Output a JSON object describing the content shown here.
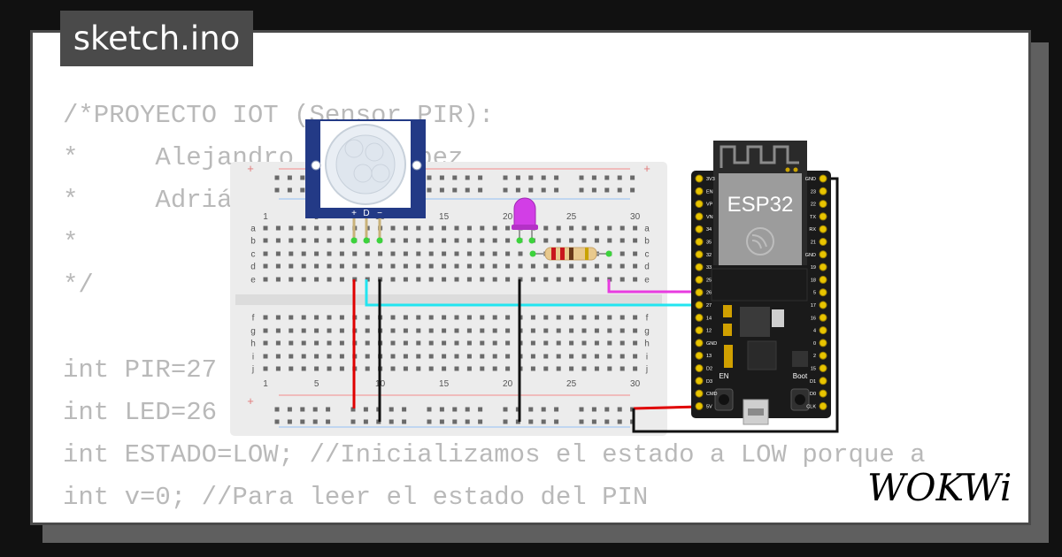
{
  "title": "sketch.ino",
  "code_lines": [
    "/*PROYECTO IOT (Sensor PIR):",
    "*     Alejandro Luna López",
    "*     Adrián",
    "*",
    "*/",
    "",
    "int PIR=27",
    "int LED=26",
    "int ESTADO=LOW; //Inicializamos el estado a LOW porque a",
    "int v=0; //Para leer el estado del PIN"
  ],
  "breadboard": {
    "column_numbers": [
      "1",
      "5",
      "10",
      "15",
      "20",
      "25",
      "30"
    ],
    "row_letters_top": [
      "a",
      "b",
      "c",
      "d",
      "e"
    ],
    "row_letters_bottom": [
      "f",
      "g",
      "h",
      "i",
      "j"
    ],
    "rail_plus": "+",
    "rail_minus": "−"
  },
  "pir_sensor": {
    "pin_labels": [
      "+",
      "D",
      "−"
    ]
  },
  "esp32": {
    "label": "ESP32",
    "button_en": "EN",
    "button_boot": "Boot",
    "left_pins": [
      "3V3",
      "EN",
      "VP",
      "VN",
      "34",
      "35",
      "32",
      "33",
      "25",
      "26",
      "27",
      "14",
      "12",
      "GND",
      "13",
      "D2",
      "D3",
      "CMD",
      "5V"
    ],
    "right_pins": [
      "GND",
      "23",
      "22",
      "TX",
      "RX",
      "21",
      "GND",
      "19",
      "18",
      "5",
      "17",
      "16",
      "4",
      "0",
      "2",
      "15",
      "D1",
      "D0",
      "CLK"
    ]
  },
  "colors": {
    "wire_pir_signal": "#22e5f0",
    "wire_led_signal": "#e83be0",
    "wire_power": "#e00000",
    "wire_ground": "#111111",
    "led": "#d23ee6",
    "pcb": "#1a1a1a",
    "pir_board": "#233a86"
  },
  "logo": "WOKWi"
}
